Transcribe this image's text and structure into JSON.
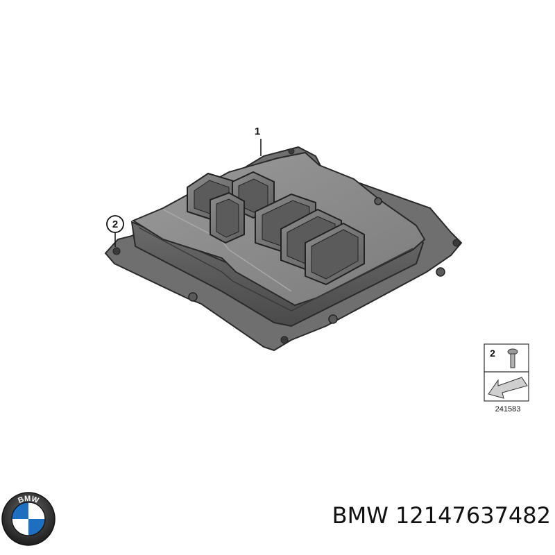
{
  "diagram": {
    "callouts": [
      {
        "number": "1",
        "part": "ecu-housing"
      },
      {
        "number": "2",
        "part": "mounting-screw"
      }
    ],
    "legend": {
      "item_number": "2",
      "item_icon": "screw-icon",
      "arrow_icon": "direction-arrow-icon",
      "drawing_code": "241583"
    },
    "colors": {
      "housing_top": "#8a8a8a",
      "housing_side": "#5a5a5a",
      "outline": "#2a2a2a",
      "connector": "#7a7a7a"
    }
  },
  "brand": {
    "logo_icon": "bmw-logo-icon",
    "logo_text": "BMW"
  },
  "caption": {
    "brand": "BMW",
    "part_number": "12147637482"
  }
}
